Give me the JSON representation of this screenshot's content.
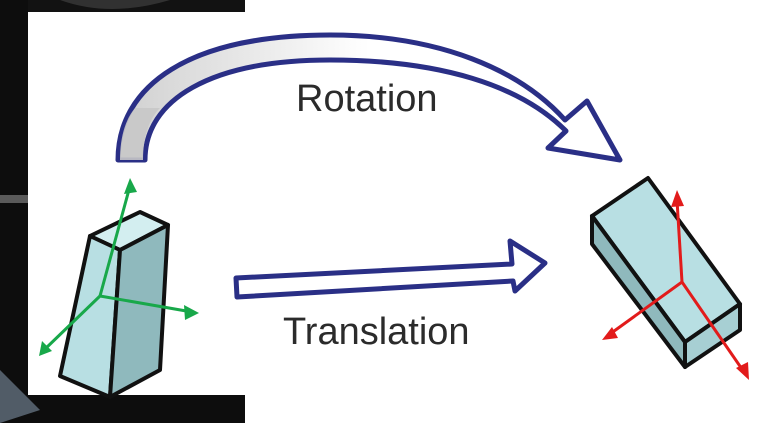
{
  "labels": {
    "rotation": "Rotation",
    "translation": "Translation"
  },
  "colors": {
    "background": "#ffffff",
    "dark_edge": "#111111",
    "arrow_stroke": "#2a2f86",
    "arrow_fill_light": "#ffffff",
    "arrow_fill_gray": "#c9c9c9",
    "box_front": "#b8dfe3",
    "box_side": "#8fb9bd",
    "box_top": "#d3eef0",
    "axes_left": "#18a84a",
    "axes_right": "#e21b1b"
  },
  "icons": {
    "rotation_arrow": "curved-arrow",
    "translation_arrow": "straight-arrow"
  }
}
